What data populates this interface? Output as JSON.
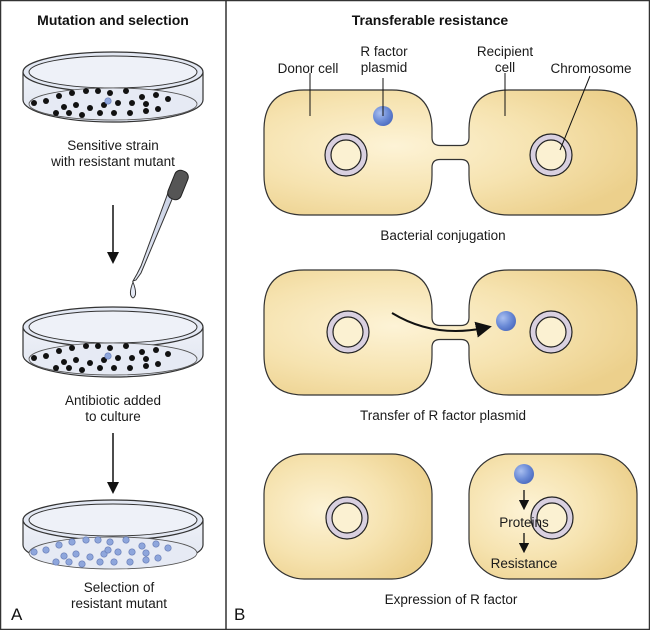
{
  "panel_a": {
    "letter": "A",
    "title": "Mutation and selection",
    "steps": [
      {
        "label_line1": "Sensitive strain",
        "label_line2": "with resistant mutant"
      },
      {
        "label_line1": "Antibiotic added",
        "label_line2": "to culture"
      },
      {
        "label_line1": "Selection of",
        "label_line2": "resistant mutant"
      }
    ]
  },
  "panel_b": {
    "letter": "B",
    "title": "Transferable resistance",
    "labels": {
      "donor_cell": "Donor cell",
      "r_factor_line1": "R factor",
      "r_factor_line2": "plasmid",
      "recipient_line1": "Recipient",
      "recipient_line2": "cell",
      "chromosome": "Chromosome"
    },
    "captions": {
      "conjugation": "Bacterial conjugation",
      "transfer": "Transfer of R factor plasmid",
      "expression": "Expression of R factor"
    },
    "expression": {
      "proteins": "Proteins",
      "resistance": "Resistance"
    }
  },
  "colors": {
    "cell_fill": "#f0d89a",
    "cell_center": "#fdf3d6",
    "plasmid": "#6f8fd8",
    "chromosome_ring": "#d9d0e0",
    "resistant_colony": "#8ea6dc",
    "colony": "#111111"
  }
}
